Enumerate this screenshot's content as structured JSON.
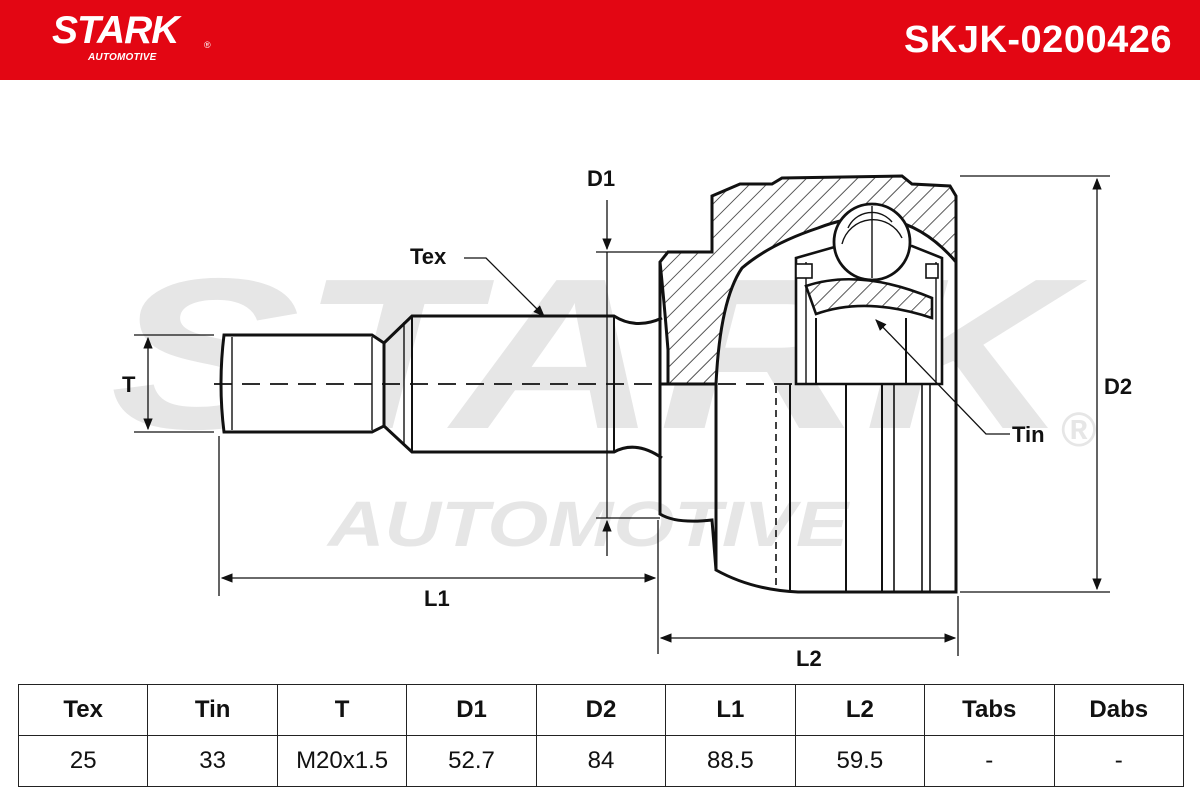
{
  "header": {
    "brand": "STARK",
    "brand_sub": "AUTOMOTIVE",
    "registered_mark": "®",
    "part_number": "SKJK-0200426",
    "color": "#e30613"
  },
  "watermark": {
    "brand": "STARK",
    "brand_sub": "AUTOMOTIVE",
    "registered_mark": "®"
  },
  "diagram_labels": {
    "tex": "Tex",
    "tin": "Tin",
    "t": "T",
    "d1": "D1",
    "d2": "D2",
    "l1": "L1",
    "l2": "L2"
  },
  "spec_table": {
    "headers": [
      "Tex",
      "Tin",
      "T",
      "D1",
      "D2",
      "L1",
      "L2",
      "Tabs",
      "Dabs"
    ],
    "values": [
      "25",
      "33",
      "M20x1.5",
      "52.7",
      "84",
      "88.5",
      "59.5",
      "-",
      "-"
    ]
  }
}
